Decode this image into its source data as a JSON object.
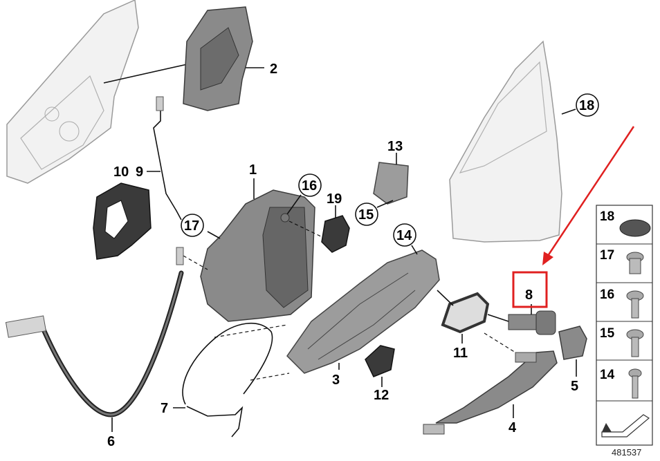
{
  "callouts": [
    "1",
    "2",
    "3",
    "4",
    "5",
    "6",
    "7",
    "8",
    "9",
    "10",
    "11",
    "12",
    "13",
    "14",
    "15",
    "16",
    "17",
    "18",
    "19"
  ],
  "circled_callouts": [
    "14",
    "15",
    "16",
    "17",
    "18"
  ],
  "side_panel": {
    "items": [
      {
        "num": "18",
        "icon": "plug-cap-icon"
      },
      {
        "num": "17",
        "icon": "expanding-rivet-icon"
      },
      {
        "num": "16",
        "icon": "torx-bolt-icon"
      },
      {
        "num": "15",
        "icon": "countersunk-screw-icon"
      },
      {
        "num": "14",
        "icon": "hex-bolt-icon"
      }
    ]
  },
  "reference_number": "481537",
  "highlight": {
    "callout": "8",
    "color": "#e02020"
  },
  "colors": {
    "part": "#8a8a8a",
    "dark_part": "#3a3a3a",
    "outline": "#f2f2f2",
    "highlight": "#e02020"
  }
}
